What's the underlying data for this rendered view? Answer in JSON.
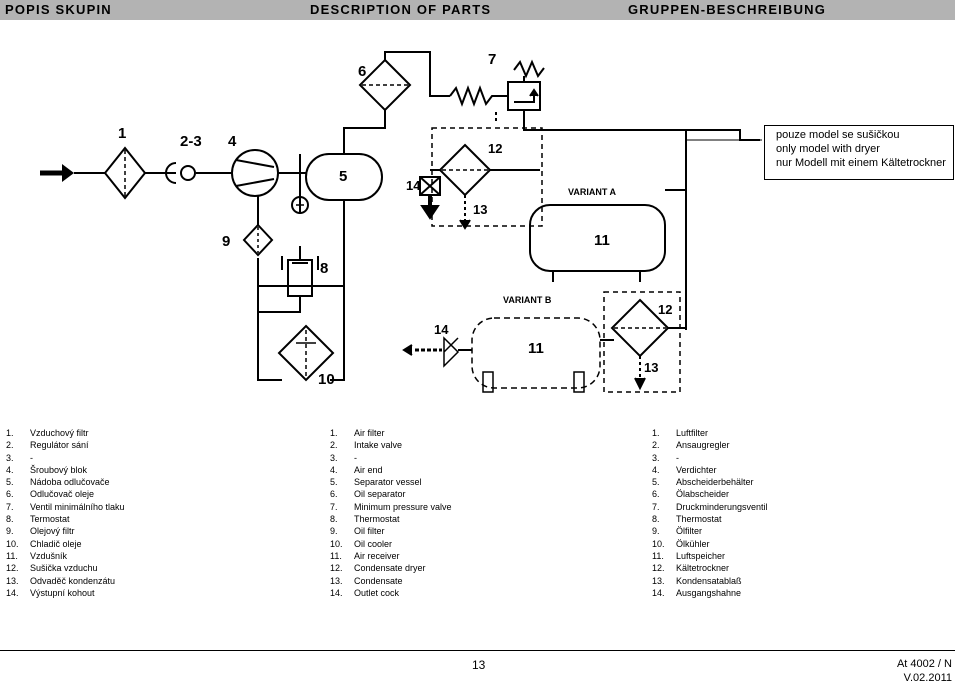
{
  "header": {
    "left": "POPIS SKUPIN",
    "center": "DESCRIPTION OF PARTS",
    "right": "GRUPPEN-BESCHREIBUNG"
  },
  "diagram": {
    "numbers": {
      "n1": "1",
      "n23": "2-3",
      "n4": "4",
      "n5": "5",
      "n6": "6",
      "n7": "7",
      "n8": "8",
      "n9": "9",
      "n10": "10",
      "n11a": "11",
      "n11b": "11",
      "n12a": "12",
      "n12b": "12",
      "n13a": "13",
      "n13b": "13",
      "n14a": "14",
      "n14b": "14"
    },
    "variant_a": "VARIANT  A",
    "variant_b": "VARIANT  B"
  },
  "note": {
    "lines": [
      "pouze model se sušičkou",
      "only model with dryer",
      "nur Modell mit einem Kältetrockner"
    ]
  },
  "lists": {
    "cz": [
      {
        "num": "1.",
        "text": "Vzduchový filtr"
      },
      {
        "num": "2.",
        "text": "Regulátor sání"
      },
      {
        "num": "3.",
        "text": "-"
      },
      {
        "num": "4.",
        "text": "Šroubový blok"
      },
      {
        "num": "5.",
        "text": "Nádoba odlučovače"
      },
      {
        "num": "6.",
        "text": "Odlučovač oleje"
      },
      {
        "num": "7.",
        "text": "Ventil minimálního tlaku"
      },
      {
        "num": "8.",
        "text": "Termostat"
      },
      {
        "num": "9.",
        "text": "Olejový filtr"
      },
      {
        "num": "10.",
        "text": "Chladič oleje"
      },
      {
        "num": "11.",
        "text": "Vzdušník"
      },
      {
        "num": "12.",
        "text": "Sušička vzduchu"
      },
      {
        "num": "13.",
        "text": "Odvaděč kondenzátu"
      },
      {
        "num": "14.",
        "text": "Výstupní kohout"
      }
    ],
    "en": [
      {
        "num": "1.",
        "text": "Air filter"
      },
      {
        "num": "2.",
        "text": "Intake valve"
      },
      {
        "num": "3.",
        "text": "-"
      },
      {
        "num": "4.",
        "text": "Air end"
      },
      {
        "num": "5.",
        "text": "Separator vessel"
      },
      {
        "num": "6.",
        "text": "Oil separator"
      },
      {
        "num": "7.",
        "text": "Minimum pressure valve"
      },
      {
        "num": "8.",
        "text": "Thermostat"
      },
      {
        "num": "9.",
        "text": "Oil filter"
      },
      {
        "num": "10.",
        "text": "Oil cooler"
      },
      {
        "num": "11.",
        "text": "Air receiver"
      },
      {
        "num": "12.",
        "text": "Condensate dryer"
      },
      {
        "num": "13.",
        "text": "Condensate"
      },
      {
        "num": "14.",
        "text": "Outlet cock"
      }
    ],
    "de": [
      {
        "num": "1.",
        "text": "Luftfilter"
      },
      {
        "num": "2.",
        "text": "Ansaugregler"
      },
      {
        "num": "3.",
        "text": "-"
      },
      {
        "num": "4.",
        "text": "Verdichter"
      },
      {
        "num": "5.",
        "text": "Abscheiderbehälter"
      },
      {
        "num": "6.",
        "text": "Ölabscheider"
      },
      {
        "num": "7.",
        "text": "Druckminderungsventil"
      },
      {
        "num": "8.",
        "text": "Thermostat"
      },
      {
        "num": "9.",
        "text": "Ölfilter"
      },
      {
        "num": "10.",
        "text": "Ölkühler"
      },
      {
        "num": "11.",
        "text": "Luftspeicher"
      },
      {
        "num": "12.",
        "text": "Kältetrockner"
      },
      {
        "num": "13.",
        "text": "Kondensatablaß"
      },
      {
        "num": "14.",
        "text": "Ausgangshahne"
      }
    ]
  },
  "footer": {
    "page": "13",
    "doc": "At 4002 / N",
    "version": "V.02.2011"
  }
}
